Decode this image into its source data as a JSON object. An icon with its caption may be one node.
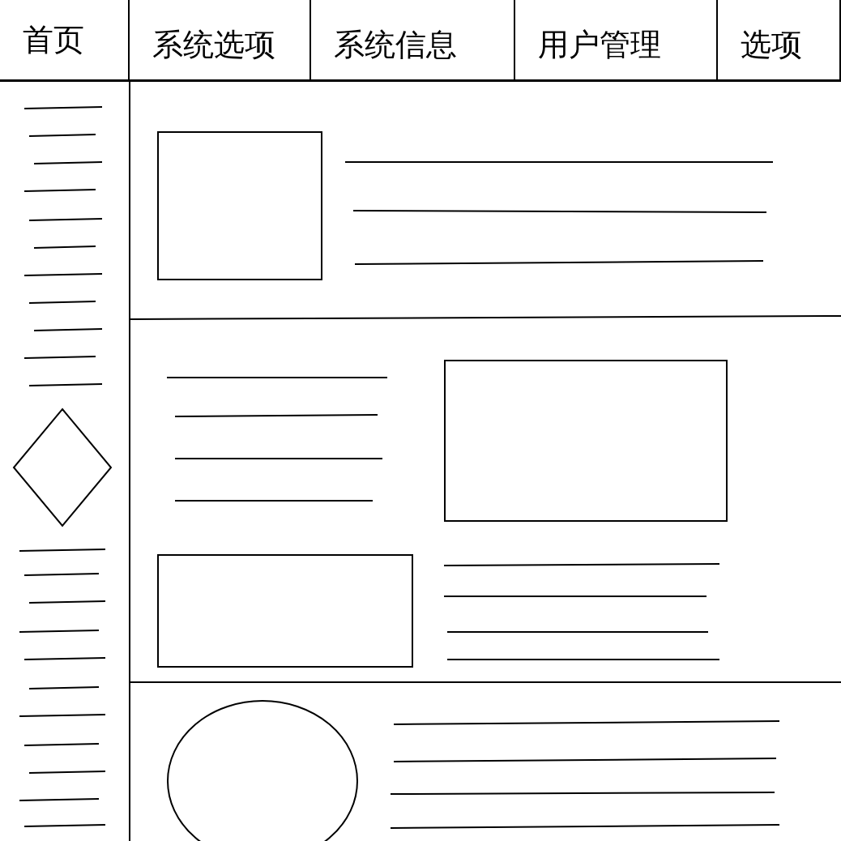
{
  "diagram": {
    "nodes": [
      {
        "text": [
          "首页"
        ]
      },
      {
        "text": [
          "系统选项"
        ]
      },
      {
        "text": [
          "系统信息"
        ]
      },
      {
        "text": [
          "用户管理"
        ]
      },
      {
        "text": [
          "选项"
        ]
      },
      {
        "text": [],
        "shape": "box"
      },
      {
        "text": [],
        "shape": "box"
      },
      {
        "text": [],
        "shape": "diamond"
      },
      {
        "text": [],
        "shape": "box"
      },
      {
        "text": [],
        "shape": "circle"
      }
    ]
  }
}
